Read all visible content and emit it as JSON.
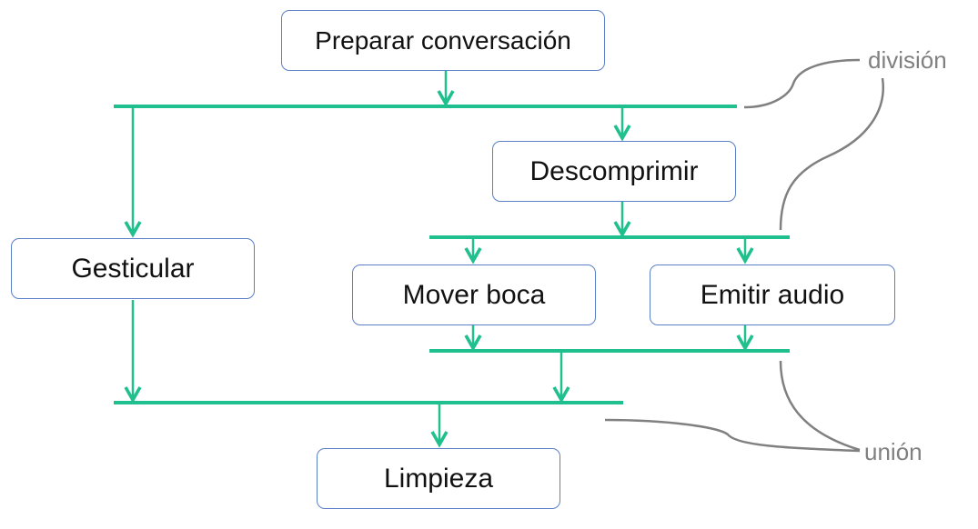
{
  "colors": {
    "flow": "#20c08e",
    "node_border": "#5b80c7",
    "annotation": "#808080"
  },
  "nodes": {
    "prepare": "Preparar conversación",
    "decompress": "Descomprimir",
    "gesture": "Gesticular",
    "move_mouth": "Mover boca",
    "emit_audio": "Emitir audio",
    "cleanup": "Limpieza"
  },
  "annotations": {
    "fork": "división",
    "join": "unión"
  }
}
